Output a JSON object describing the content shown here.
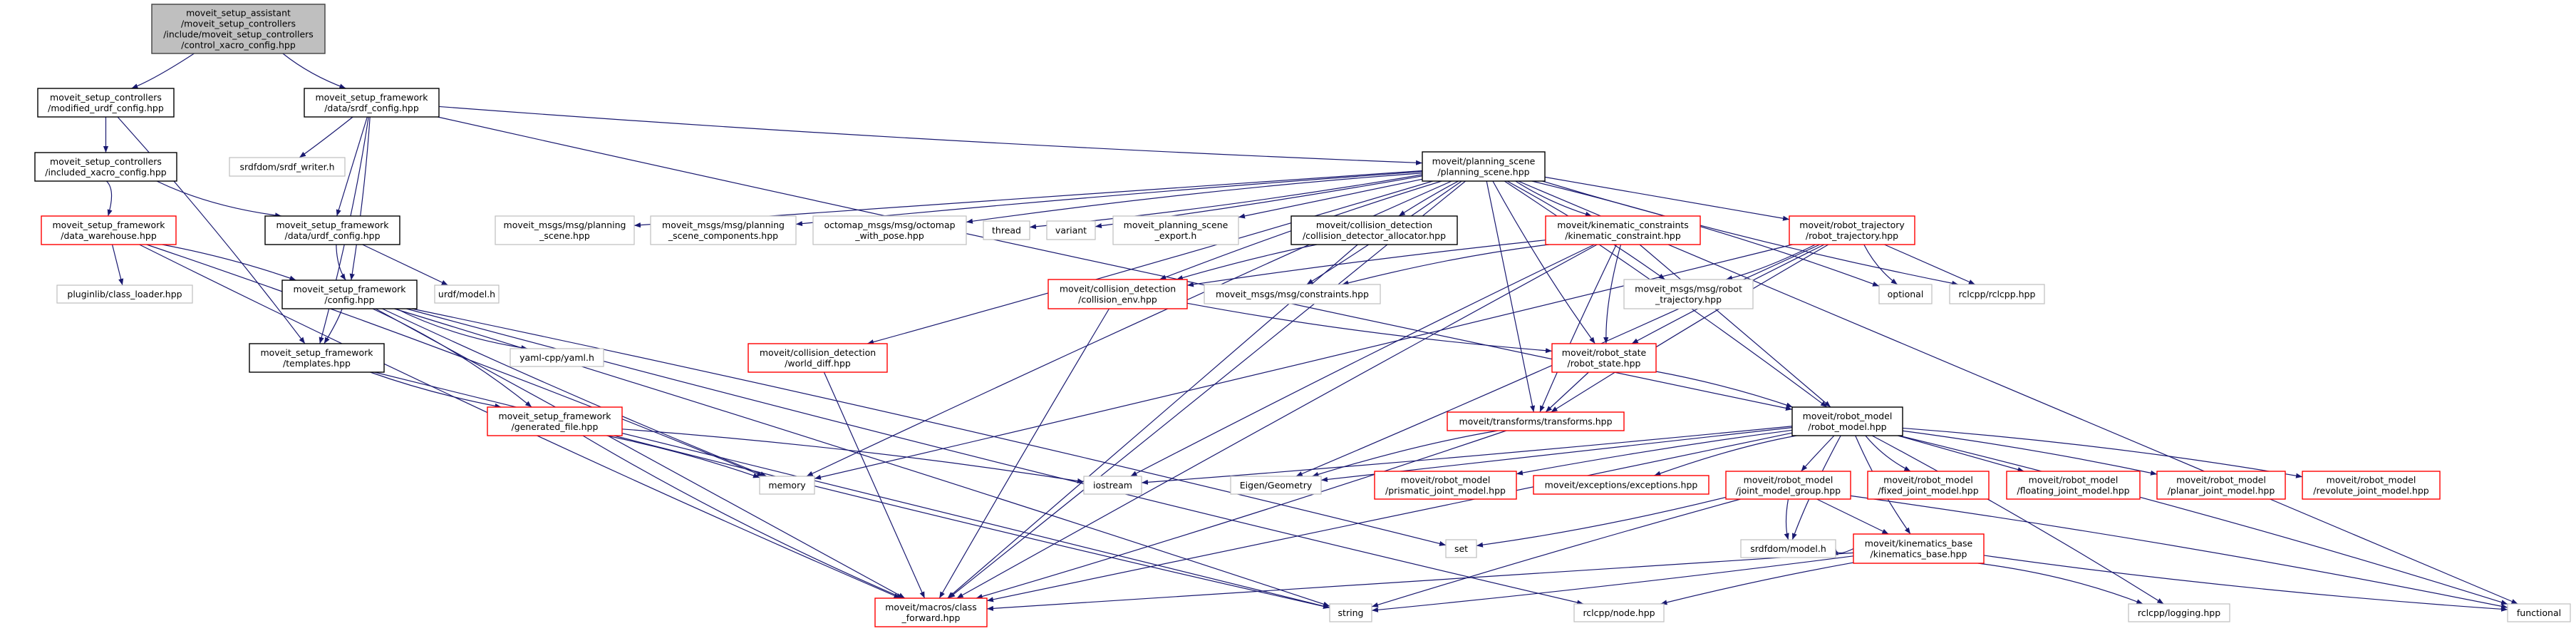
{
  "colors": {
    "edge": "#191970",
    "root_fill": "#bfbfbf",
    "black_border": "#000000",
    "gray_border": "#bfbfbf",
    "red_border": "#ff0000"
  },
  "nodes": [
    {
      "id": "root",
      "style": "root",
      "lines": [
        "moveit_setup_assistant",
        "/moveit_setup_controllers",
        "/include/moveit_setup_controllers",
        "/control_xacro_config.hpp"
      ]
    },
    {
      "id": "mod",
      "style": "black",
      "lines": [
        "moveit_setup_controllers",
        "/modified_urdf_config.hpp"
      ]
    },
    {
      "id": "srdfc",
      "style": "black",
      "lines": [
        "moveit_setup_framework",
        "/data/srdf_config.hpp"
      ]
    },
    {
      "id": "incl",
      "style": "black",
      "lines": [
        "moveit_setup_controllers",
        "/included_xacro_config.hpp"
      ]
    },
    {
      "id": "srdfw",
      "style": "gray",
      "lines": [
        "srdfdom/srdf_writer.h"
      ]
    },
    {
      "id": "dw",
      "style": "red",
      "lines": [
        "moveit_setup_framework",
        "/data_warehouse.hpp"
      ]
    },
    {
      "id": "urdfc",
      "style": "black",
      "lines": [
        "moveit_setup_framework",
        "/data/urdf_config.hpp"
      ]
    },
    {
      "id": "plug",
      "style": "gray",
      "lines": [
        "pluginlib/class_loader.hpp"
      ]
    },
    {
      "id": "cfg",
      "style": "black",
      "lines": [
        "moveit_setup_framework",
        "/config.hpp"
      ]
    },
    {
      "id": "urdfm",
      "style": "gray",
      "lines": [
        "urdf/model.h"
      ]
    },
    {
      "id": "tmpl",
      "style": "black",
      "lines": [
        "moveit_setup_framework",
        "/templates.hpp"
      ]
    },
    {
      "id": "yaml",
      "style": "gray",
      "lines": [
        "yaml-cpp/yaml.h"
      ]
    },
    {
      "id": "gen",
      "style": "red",
      "lines": [
        "moveit_setup_framework",
        "/generated_file.hpp"
      ]
    },
    {
      "id": "memory",
      "style": "gray",
      "lines": [
        "memory"
      ]
    },
    {
      "id": "cf",
      "style": "red",
      "lines": [
        "moveit/macros/class",
        "_forward.hpp"
      ]
    },
    {
      "id": "string",
      "style": "gray",
      "lines": [
        "string"
      ]
    },
    {
      "id": "iostream",
      "style": "gray",
      "lines": [
        "iostream"
      ]
    },
    {
      "id": "set",
      "style": "gray",
      "lines": [
        "set"
      ]
    },
    {
      "id": "rclnode",
      "style": "gray",
      "lines": [
        "rclcpp/node.hpp"
      ]
    },
    {
      "id": "ps",
      "style": "black",
      "lines": [
        "moveit/planning_scene",
        "/planning_scene.hpp"
      ]
    },
    {
      "id": "psmsg",
      "style": "gray",
      "lines": [
        "moveit_msgs/msg/planning",
        "_scene.hpp"
      ]
    },
    {
      "id": "pscomp",
      "style": "gray",
      "lines": [
        "moveit_msgs/msg/planning",
        "_scene_components.hpp"
      ]
    },
    {
      "id": "octo",
      "style": "gray",
      "lines": [
        "octomap_msgs/msg/octomap",
        "_with_pose.hpp"
      ]
    },
    {
      "id": "thread",
      "style": "gray",
      "lines": [
        "thread"
      ]
    },
    {
      "id": "variant",
      "style": "gray",
      "lines": [
        "variant"
      ]
    },
    {
      "id": "export",
      "style": "gray",
      "lines": [
        "moveit_planning_scene",
        "_export.h"
      ]
    },
    {
      "id": "cda",
      "style": "black",
      "lines": [
        "moveit/collision_detection",
        "/collision_detector_allocator.hpp"
      ]
    },
    {
      "id": "cenv",
      "style": "red",
      "lines": [
        "moveit/collision_detection",
        "/collision_env.hpp"
      ]
    },
    {
      "id": "cons",
      "style": "gray",
      "lines": [
        "moveit_msgs/msg/constraints.hpp"
      ]
    },
    {
      "id": "wdiff",
      "style": "red",
      "lines": [
        "moveit/collision_detection",
        "/world_diff.hpp"
      ]
    },
    {
      "id": "kc",
      "style": "red",
      "lines": [
        "moveit/kinematic_constraints",
        "/kinematic_constraint.hpp"
      ]
    },
    {
      "id": "rt",
      "style": "red",
      "lines": [
        "moveit/robot_trajectory",
        "/robot_trajectory.hpp"
      ]
    },
    {
      "id": "rtmsg",
      "style": "gray",
      "lines": [
        "moveit_msgs/msg/robot",
        "_trajectory.hpp"
      ]
    },
    {
      "id": "optional",
      "style": "gray",
      "lines": [
        "optional"
      ]
    },
    {
      "id": "rclcpp",
      "style": "gray",
      "lines": [
        "rclcpp/rclcpp.hpp"
      ]
    },
    {
      "id": "rs",
      "style": "red",
      "lines": [
        "moveit/robot_state",
        "/robot_state.hpp"
      ]
    },
    {
      "id": "tf",
      "style": "red",
      "lines": [
        "moveit/transforms/transforms.hpp"
      ]
    },
    {
      "id": "eigen",
      "style": "gray",
      "lines": [
        "Eigen/Geometry"
      ]
    },
    {
      "id": "rm",
      "style": "black",
      "lines": [
        "moveit/robot_model",
        "/robot_model.hpp"
      ]
    },
    {
      "id": "prism",
      "style": "red",
      "lines": [
        "moveit/robot_model",
        "/prismatic_joint_model.hpp"
      ]
    },
    {
      "id": "exc",
      "style": "red",
      "lines": [
        "moveit/exceptions/exceptions.hpp"
      ]
    },
    {
      "id": "jmg",
      "style": "red",
      "lines": [
        "moveit/robot_model",
        "/joint_model_group.hpp"
      ]
    },
    {
      "id": "fixed",
      "style": "red",
      "lines": [
        "moveit/robot_model",
        "/fixed_joint_model.hpp"
      ]
    },
    {
      "id": "floating",
      "style": "red",
      "lines": [
        "moveit/robot_model",
        "/floating_joint_model.hpp"
      ]
    },
    {
      "id": "planar",
      "style": "red",
      "lines": [
        "moveit/robot_model",
        "/planar_joint_model.hpp"
      ]
    },
    {
      "id": "revolute",
      "style": "red",
      "lines": [
        "moveit/robot_model",
        "/revolute_joint_model.hpp"
      ]
    },
    {
      "id": "srdfmodel",
      "style": "gray",
      "lines": [
        "srdfdom/model.h"
      ]
    },
    {
      "id": "kb",
      "style": "red",
      "lines": [
        "moveit/kinematics_base",
        "/kinematics_base.hpp"
      ]
    },
    {
      "id": "logging",
      "style": "gray",
      "lines": [
        "rclcpp/logging.hpp"
      ]
    },
    {
      "id": "functional",
      "style": "gray",
      "lines": [
        "functional"
      ]
    }
  ],
  "edges": [
    [
      "root",
      "mod"
    ],
    [
      "root",
      "srdfc"
    ],
    [
      "mod",
      "incl"
    ],
    [
      "mod",
      "tmpl"
    ],
    [
      "incl",
      "dw"
    ],
    [
      "incl",
      "urdfc"
    ],
    [
      "srdfc",
      "srdfw"
    ],
    [
      "srdfc",
      "urdfc"
    ],
    [
      "srdfc",
      "cfg"
    ],
    [
      "srdfc",
      "tmpl"
    ],
    [
      "srdfc",
      "ps"
    ],
    [
      "srdfc",
      "rm"
    ],
    [
      "dw",
      "plug"
    ],
    [
      "dw",
      "cfg"
    ],
    [
      "dw",
      "memory"
    ],
    [
      "dw",
      "cf"
    ],
    [
      "urdfc",
      "cfg"
    ],
    [
      "urdfc",
      "urdfm"
    ],
    [
      "cfg",
      "tmpl"
    ],
    [
      "cfg",
      "gen"
    ],
    [
      "cfg",
      "yaml"
    ],
    [
      "cfg",
      "memory"
    ],
    [
      "cfg",
      "cf"
    ],
    [
      "cfg",
      "string"
    ],
    [
      "cfg",
      "set"
    ],
    [
      "cfg",
      "rclnode"
    ],
    [
      "tmpl",
      "gen"
    ],
    [
      "tmpl",
      "string"
    ],
    [
      "gen",
      "memory"
    ],
    [
      "gen",
      "iostream"
    ],
    [
      "gen",
      "cf"
    ],
    [
      "gen",
      "string"
    ],
    [
      "ps",
      "psmsg"
    ],
    [
      "ps",
      "pscomp"
    ],
    [
      "ps",
      "octo"
    ],
    [
      "ps",
      "thread"
    ],
    [
      "ps",
      "variant"
    ],
    [
      "ps",
      "export"
    ],
    [
      "ps",
      "cda"
    ],
    [
      "ps",
      "cenv"
    ],
    [
      "ps",
      "cons"
    ],
    [
      "ps",
      "kc"
    ],
    [
      "ps",
      "rt"
    ],
    [
      "ps",
      "rtmsg"
    ],
    [
      "ps",
      "optional"
    ],
    [
      "ps",
      "rclcpp"
    ],
    [
      "ps",
      "rs"
    ],
    [
      "ps",
      "tf"
    ],
    [
      "ps",
      "rm"
    ],
    [
      "ps",
      "memory"
    ],
    [
      "ps",
      "cf"
    ],
    [
      "ps",
      "wdiff"
    ],
    [
      "ps",
      "functional"
    ],
    [
      "cda",
      "cenv"
    ],
    [
      "cda",
      "cf"
    ],
    [
      "cenv",
      "rs"
    ],
    [
      "cenv",
      "cf"
    ],
    [
      "wdiff",
      "cf"
    ],
    [
      "kc",
      "cenv"
    ],
    [
      "kc",
      "cons"
    ],
    [
      "kc",
      "rs"
    ],
    [
      "kc",
      "tf"
    ],
    [
      "kc",
      "rm"
    ],
    [
      "kc",
      "cf"
    ],
    [
      "kc",
      "iostream"
    ],
    [
      "rt",
      "rtmsg"
    ],
    [
      "rt",
      "optional"
    ],
    [
      "rt",
      "rclcpp"
    ],
    [
      "rt",
      "rs"
    ],
    [
      "rt",
      "tf"
    ],
    [
      "rt",
      "eigen"
    ],
    [
      "rt",
      "memory"
    ],
    [
      "rs",
      "tf"
    ],
    [
      "rs",
      "rm"
    ],
    [
      "tf",
      "eigen"
    ],
    [
      "tf",
      "cf"
    ],
    [
      "rm",
      "iostream"
    ],
    [
      "rm",
      "eigen"
    ],
    [
      "rm",
      "prism"
    ],
    [
      "rm",
      "exc"
    ],
    [
      "rm",
      "jmg"
    ],
    [
      "rm",
      "fixed"
    ],
    [
      "rm",
      "floating"
    ],
    [
      "rm",
      "planar"
    ],
    [
      "rm",
      "revolute"
    ],
    [
      "rm",
      "srdfmodel"
    ],
    [
      "rm",
      "kb"
    ],
    [
      "rm",
      "cf"
    ],
    [
      "rm",
      "logging"
    ],
    [
      "rm",
      "functional"
    ],
    [
      "jmg",
      "set"
    ],
    [
      "jmg",
      "srdfmodel"
    ],
    [
      "jmg",
      "kb"
    ],
    [
      "jmg",
      "string"
    ],
    [
      "jmg",
      "functional"
    ],
    [
      "kb",
      "srdfmodel"
    ],
    [
      "kb",
      "string"
    ],
    [
      "kb",
      "cf"
    ],
    [
      "kb",
      "rclnode"
    ],
    [
      "kb",
      "logging"
    ],
    [
      "kb",
      "functional"
    ]
  ]
}
